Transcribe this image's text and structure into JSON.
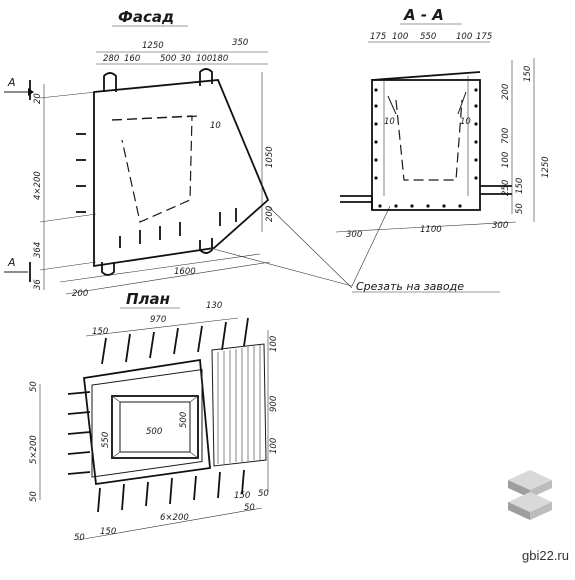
{
  "drawing": {
    "facade_title": "Фасад",
    "section_title": "А - А",
    "plan_title": "План",
    "note": "Срезать на заводе",
    "section_marker": "А"
  },
  "facade_dims": {
    "top_total": "1250",
    "top_right": "350",
    "top_parts": [
      "280",
      "160",
      "500",
      "30",
      "100",
      "180"
    ],
    "left_top": "20",
    "left_mid": "4×200",
    "left_low": "364",
    "left_bottom": "36",
    "right_height": "1050",
    "right_low": "200",
    "bottom_left": "200",
    "bottom_total": "1600",
    "slope_mark": "10"
  },
  "section_dims": {
    "top_parts": [
      "175",
      "100",
      "550",
      "100",
      "175"
    ],
    "right_top": "150",
    "right_a": "200",
    "right_b": "700",
    "right_c": "100",
    "right_d": "250",
    "right_e": "150",
    "right_f": "50",
    "right_total": "1250",
    "bottom_left": "300",
    "bottom_mid": "1100",
    "bottom_right": "300",
    "inner_left": "10",
    "inner_right": "10"
  },
  "plan_dims": {
    "top_left": "150",
    "top_mid": "970",
    "top_right": "130",
    "right_top": "100",
    "right_mid": "900",
    "right_bottom": "100",
    "left_top": "50",
    "left_mid": "5×200",
    "left_bottom": "50",
    "inner_w": "550",
    "inner_h": "500",
    "inner_label": "500",
    "bottom_left": "150",
    "bottom_mid": "6×200",
    "bottom_right": "150",
    "bottom_far": "50",
    "bottom_far_left": "50",
    "bottom_r50": "50"
  },
  "watermark": {
    "text": "gbi22.ru",
    "colors": {
      "top": "#d9d9d9",
      "side_left": "#9e9e9e",
      "side_right": "#bdbdbd"
    }
  }
}
